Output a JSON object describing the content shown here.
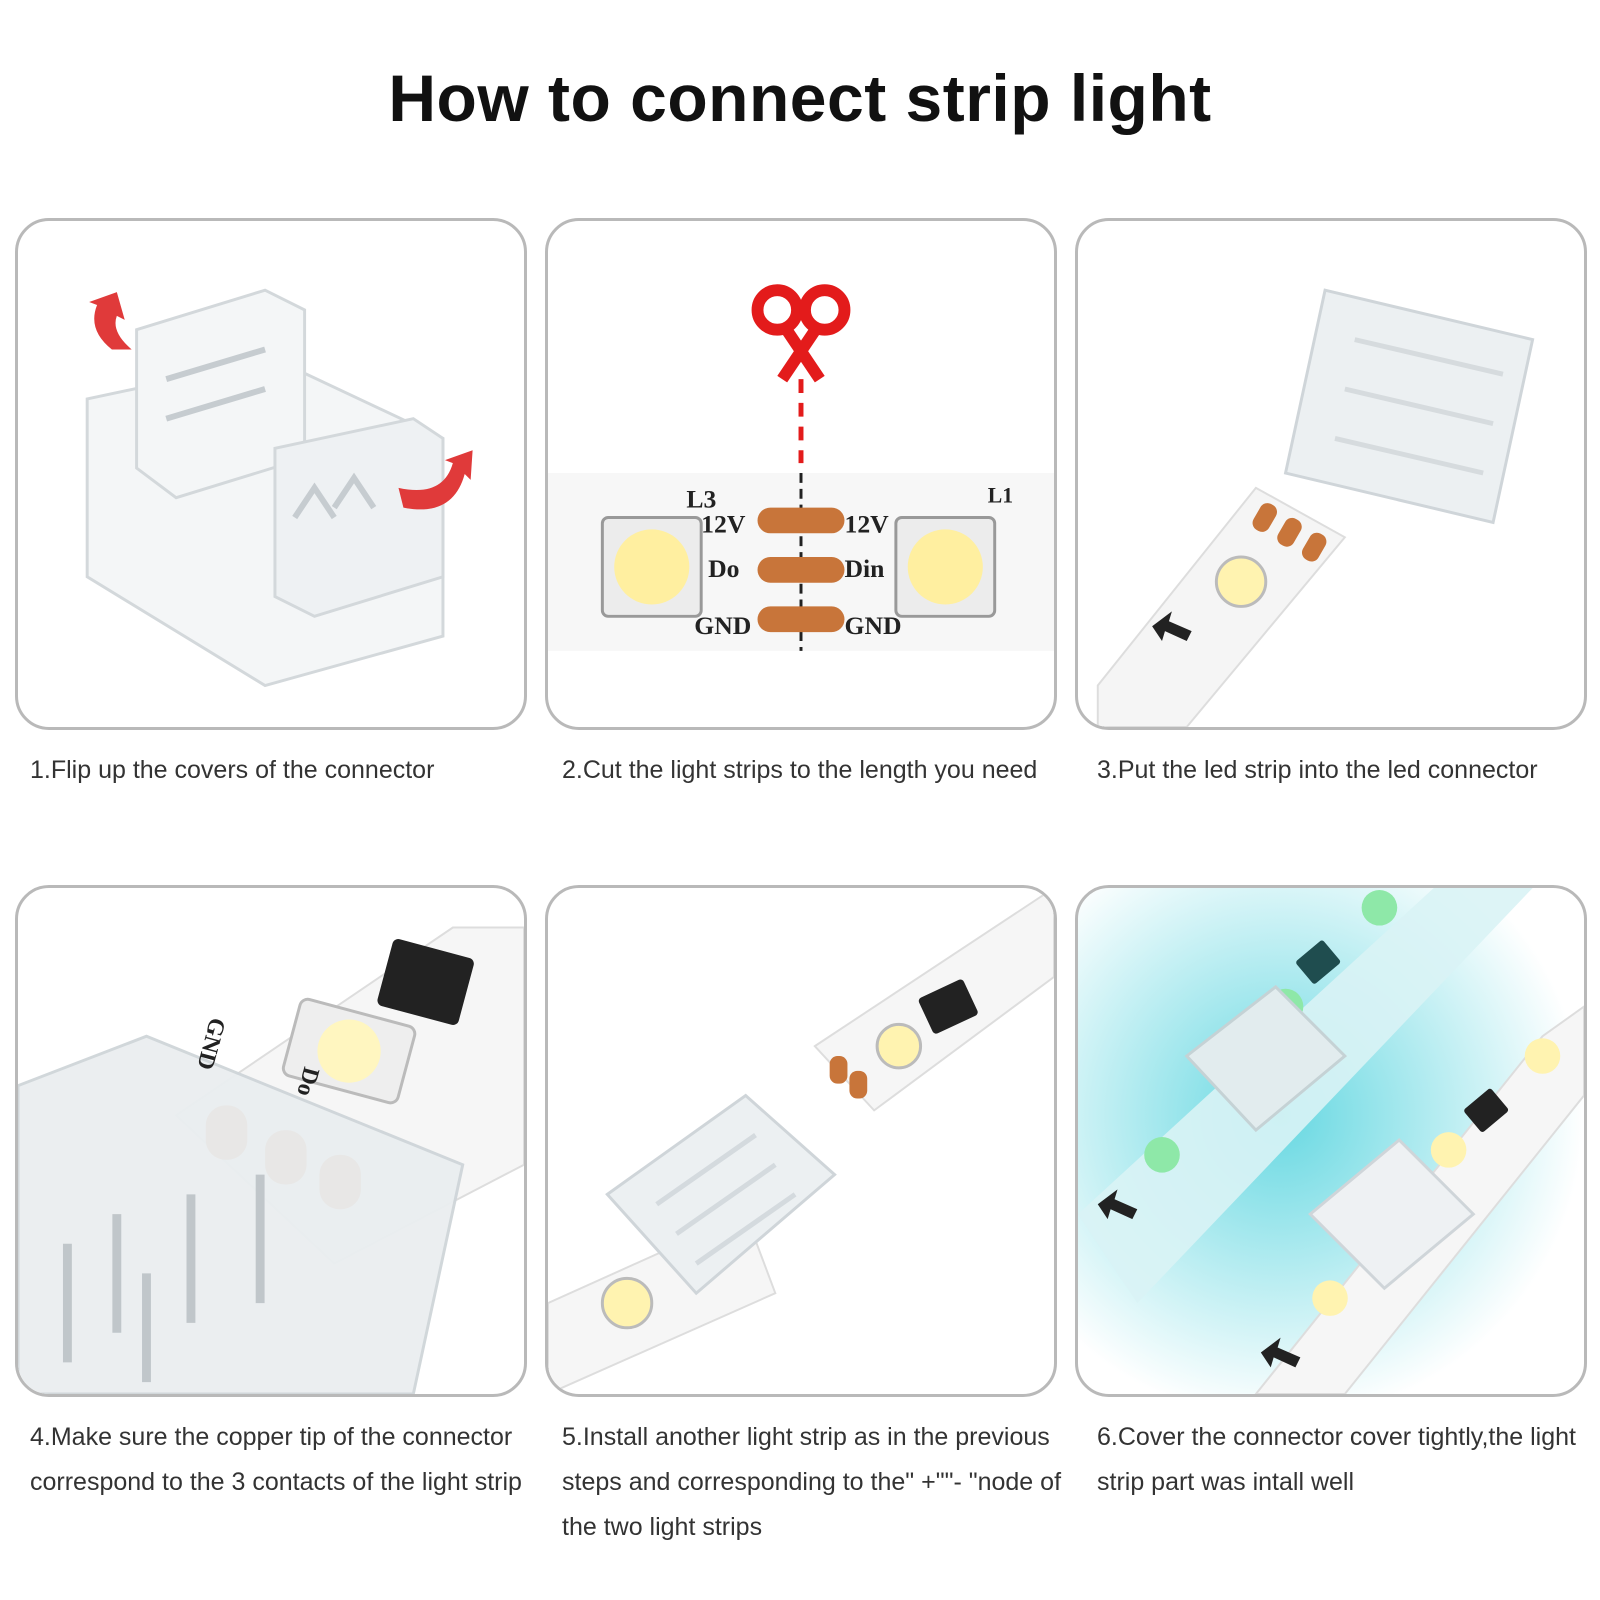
{
  "title": "How to connect strip light",
  "steps": [
    {
      "caption": "1.Flip up the covers of the connector"
    },
    {
      "caption": "2.Cut the light strips to the length you need"
    },
    {
      "caption": "3.Put the led strip into the led connector"
    },
    {
      "caption": "4.Make sure the copper tip of the connector correspond to the 3 contacts of the light strip"
    },
    {
      "caption": "5.Install another light strip as in the previous steps and corresponding to the\" +\"\"- \"node of the two light strips"
    },
    {
      "caption": "6.Cover the connector cover tightly,the light strip part was intall well"
    }
  ],
  "strip_labels": {
    "l3": "L3",
    "l1": "L1",
    "v12": "12V",
    "do": "Do",
    "din": "Din",
    "gnd": "GND"
  },
  "colors": {
    "arrow": "#e03a3a",
    "scissors": "#e31b1b",
    "copper": "#c8753a",
    "glow": "#5fd6e0",
    "border": "#b9b9b9"
  },
  "icons": [
    "rotate-arrow-icon",
    "scissors-icon",
    "direction-arrow-icon"
  ]
}
